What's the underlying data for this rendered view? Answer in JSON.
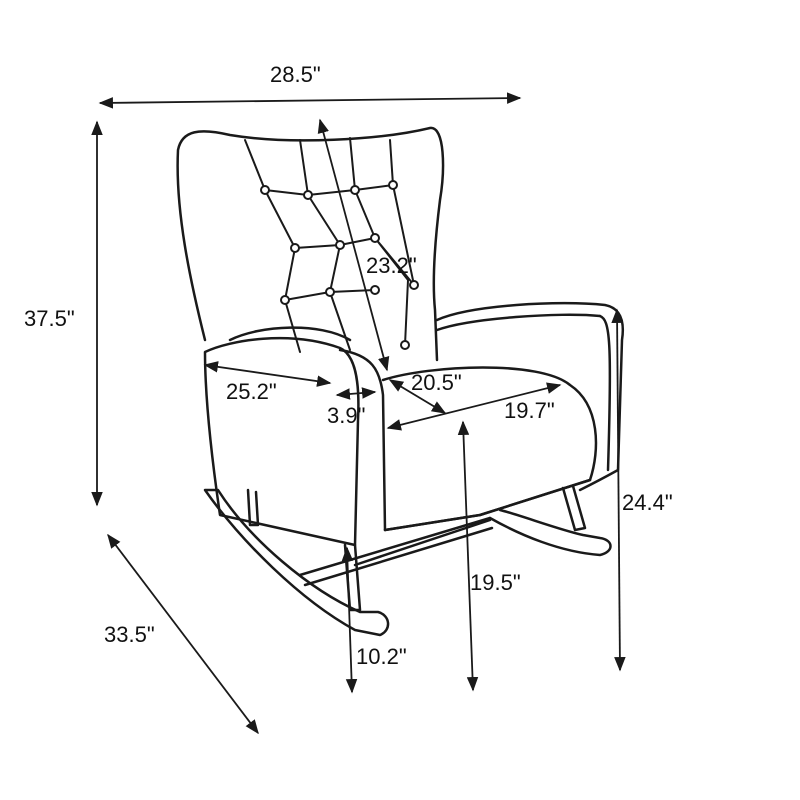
{
  "diagram": {
    "subject": "Wingback rocking chair dimension drawing",
    "line_color": "#1a1a1a",
    "background": "#ffffff",
    "dimensions": {
      "overall_width": "28.5\"",
      "overall_height": "37.5\"",
      "overall_depth": "33.5\"",
      "backrest_height": "23.2\"",
      "arm_length": "25.2\"",
      "arm_width": "3.9\"",
      "seat_depth": "20.5\"",
      "seat_width": "19.7\"",
      "arm_height": "24.4\"",
      "seat_height": "19.5\"",
      "rocker_to_seat_front": "10.2\""
    }
  }
}
